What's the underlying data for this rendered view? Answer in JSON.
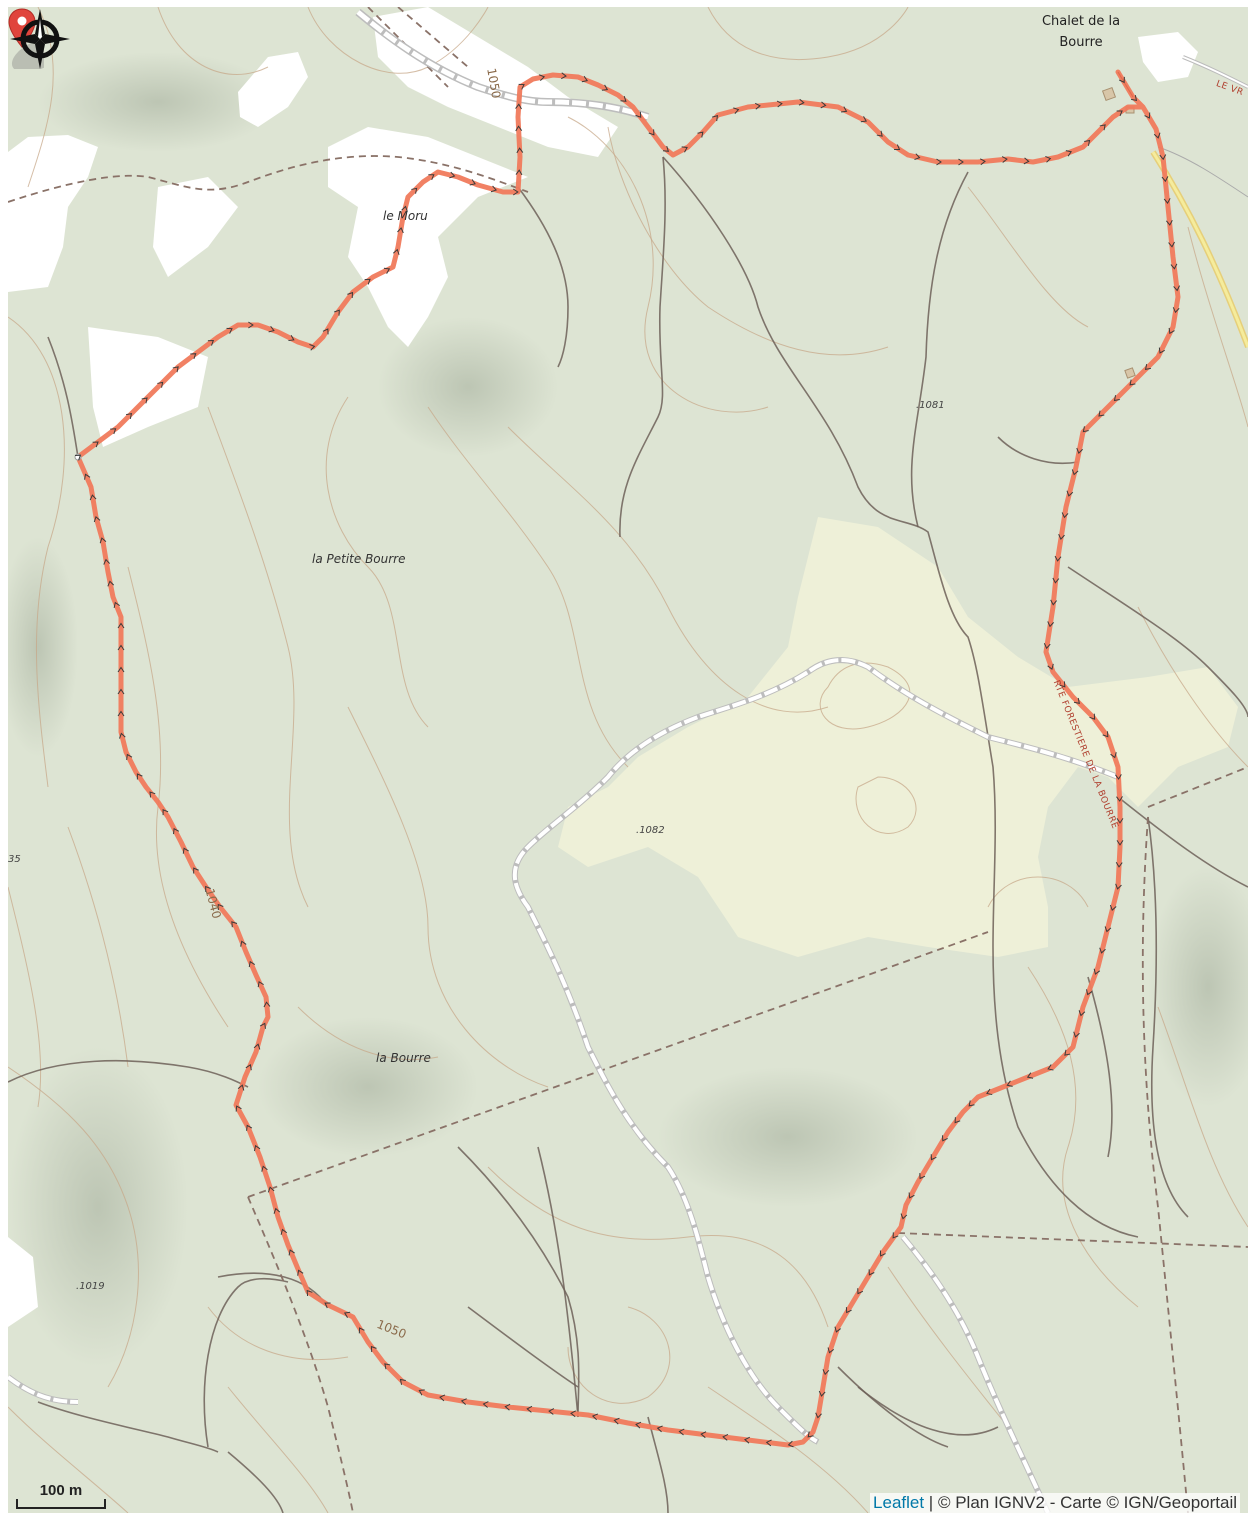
{
  "map": {
    "places": {
      "chalet": "Chalet de la\nBourre",
      "le_moru": "le Moru",
      "petite_bourre": "la Petite Bourre",
      "la_bourre": "la Bourre"
    },
    "spot_heights": {
      "h1081": "1081",
      "h1082": "1082",
      "h1019": "1019",
      "h35": "35"
    },
    "contour_labels": {
      "c1050_top": "1050",
      "c1040": "1040",
      "c1050_bottom": "1050"
    },
    "road_labels": {
      "route_forestiere": "RTE FORESTIERE DE LA BOURRE",
      "le_vr": "LE VR"
    },
    "icons": {
      "compass": "compass-rose-icon",
      "marker": "map-pin-marker-icon"
    },
    "colors": {
      "route": "#f07a5c",
      "marker": "#e0443c",
      "forest": "#dde4d3",
      "clearing": "#eef0d8"
    }
  },
  "scale": {
    "label": "100 m"
  },
  "attribution": {
    "leaflet": "Leaflet",
    "separator": " | ",
    "credits": "© Plan IGNV2 - Carte © IGN/Geoportail"
  }
}
